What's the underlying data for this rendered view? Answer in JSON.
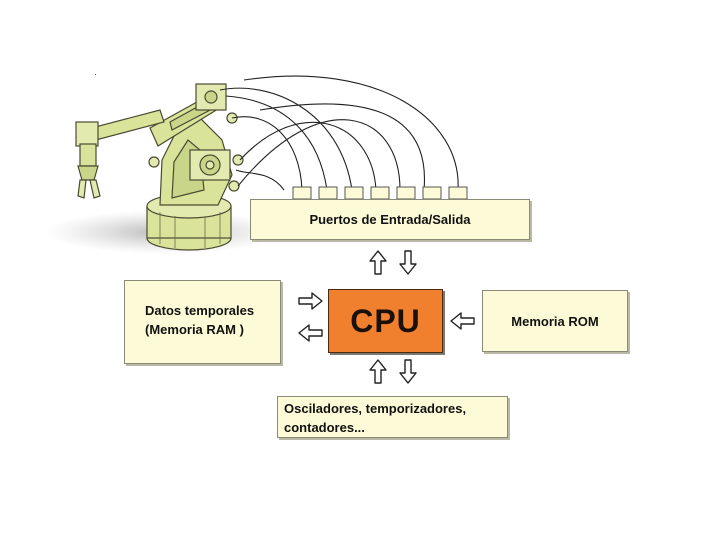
{
  "diagram": {
    "io_ports_label": "Puertos de Entrada/Salida",
    "cpu_label": "CPU",
    "ram_label_line1": "Datos temporales",
    "ram_label_line2": "(Memoria RAM )",
    "rom_label": "Memoria ROM",
    "osc_label_line1": "Osciladores, temporizadores,",
    "osc_label_line2": "contadores..."
  },
  "colors": {
    "box_fill": "#fdfbd7",
    "cpu_fill": "#f07f2e",
    "robot_fill": "#d9e39a"
  },
  "icons": [
    "robot-arm-illustration",
    "arrow-up-icon",
    "arrow-down-icon",
    "arrow-left-icon",
    "arrow-right-icon"
  ]
}
